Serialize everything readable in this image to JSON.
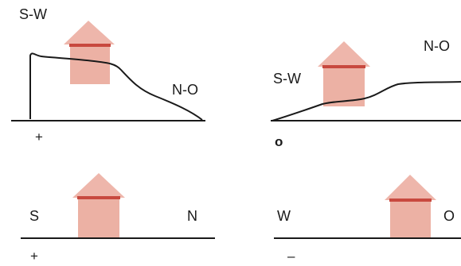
{
  "colors": {
    "house_fill": "#eaa89a",
    "house_band": "#c8493f",
    "line": "#1a1a1a",
    "background": "#ffffff"
  },
  "panels": [
    {
      "id": "top-left",
      "left_label": "S-W",
      "right_label": "N-O",
      "rating": "+"
    },
    {
      "id": "top-right",
      "left_label": "S-W",
      "right_label": "N-O",
      "rating": "o"
    },
    {
      "id": "bottom-left",
      "left_label": "S",
      "right_label": "N",
      "rating": "+"
    },
    {
      "id": "bottom-right",
      "left_label": "W",
      "right_label": "O",
      "rating": "–"
    }
  ]
}
